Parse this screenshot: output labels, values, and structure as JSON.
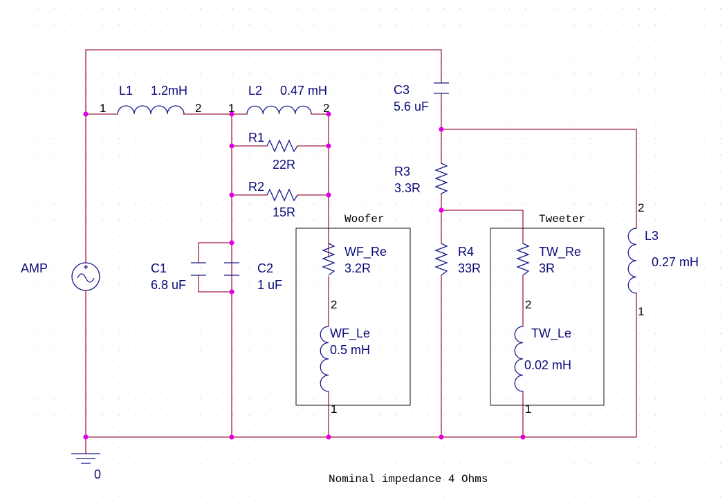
{
  "components": {
    "L1": {
      "ref": "L1",
      "value": "1.2mH",
      "pin1": "1",
      "pin2": "2"
    },
    "L2": {
      "ref": "L2",
      "value": "0.47 mH",
      "pin1": "1",
      "pin2": "2"
    },
    "R1": {
      "ref": "R1",
      "value": "22R"
    },
    "R2": {
      "ref": "R2",
      "value": "15R"
    },
    "C1": {
      "ref": "C1",
      "value": "6.8 uF"
    },
    "C2": {
      "ref": "C2",
      "value": "1 uF"
    },
    "C3": {
      "ref": "C3",
      "value": "5.6 uF"
    },
    "R3": {
      "ref": "R3",
      "value": "3.3R"
    },
    "R4": {
      "ref": "R4",
      "value": "33R"
    },
    "L3": {
      "ref": "L3",
      "value": "0.27 mH",
      "pin_top": "2",
      "pin_bottom": "1"
    },
    "WF_Re": {
      "ref": "WF_Re",
      "value": "3.2R"
    },
    "WF_Le": {
      "ref": "WF_Le",
      "value": "0.5 mH",
      "pin_top": "2",
      "pin_bottom": "1"
    },
    "TW_Re": {
      "ref": "TW_Re",
      "value": "3R"
    },
    "TW_Le": {
      "ref": "TW_Le",
      "value": "0.02 mH",
      "pin_top": "2",
      "pin_bottom": "1"
    },
    "AMP": {
      "ref": "AMP"
    }
  },
  "woofer_box_label": "Woofer",
  "tweeter_box_label": "Tweeter",
  "ground_label": "0",
  "footer_note": "Nominal impedance 4 Ohms",
  "colors": {
    "wire": "#a0203c",
    "part": "#1a1a8c",
    "node": "#e000e0",
    "label": "#0a0a7a"
  }
}
